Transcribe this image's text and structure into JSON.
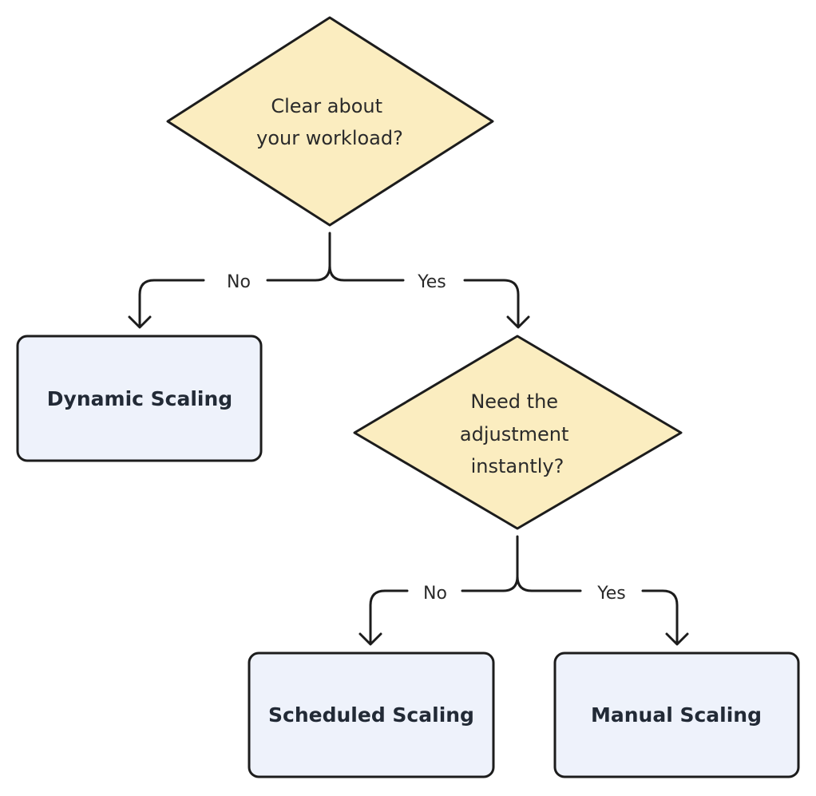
{
  "colors": {
    "decision_fill": "#fbedc0",
    "process_fill": "#eef2fb",
    "stroke": "#1c1c1c"
  },
  "decisions": {
    "workload": {
      "lines": [
        "Clear about",
        "your workload?"
      ]
    },
    "instant": {
      "lines": [
        "Need the",
        "adjustment",
        "instantly?"
      ]
    }
  },
  "branches": {
    "workload_no": "No",
    "workload_yes": "Yes",
    "instant_no": "No",
    "instant_yes": "Yes"
  },
  "outcomes": {
    "dynamic": "Dynamic Scaling",
    "scheduled": "Scheduled Scaling",
    "manual": "Manual Scaling"
  }
}
